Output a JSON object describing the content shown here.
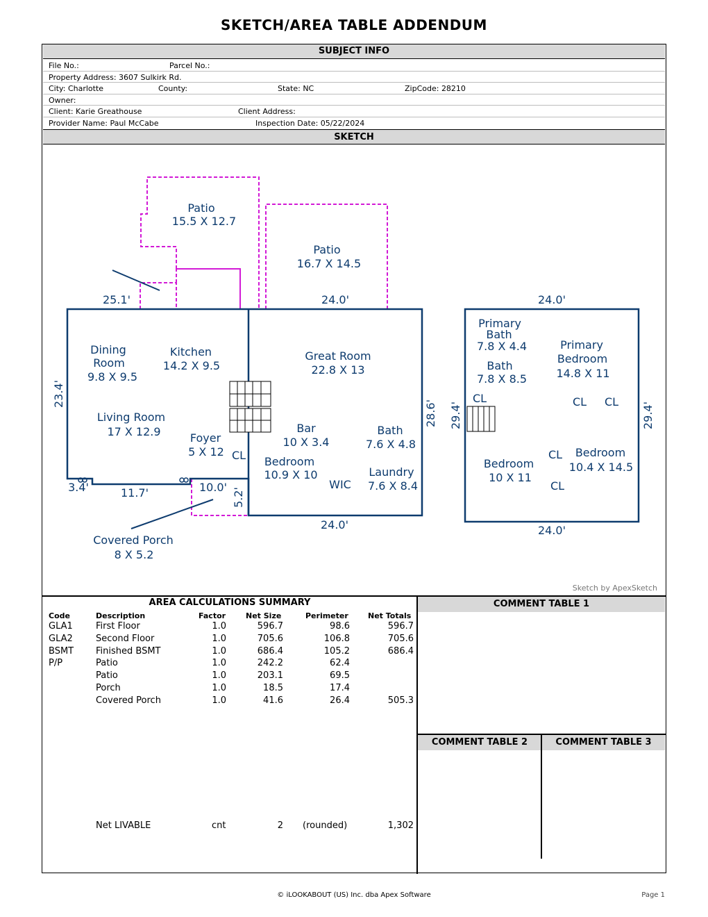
{
  "header": {
    "title": "SKETCH/AREA TABLE ADDENDUM"
  },
  "subject_info": {
    "heading": "SUBJECT INFO",
    "file_no": "File No.:",
    "parcel_no": "Parcel No.:",
    "property_address": "Property Address: 3607 Sulkirk Rd.",
    "city": "City: Charlotte",
    "county": "County:",
    "state": "State: NC",
    "zip": "ZipCode: 28210",
    "owner": "Owner:",
    "client": "Client: Karie Greathouse",
    "client_address": "Client Address:",
    "provider": "Provider Name: Paul McCabe",
    "inspection_date": "Inspection Date: 05/22/2024"
  },
  "sketch": {
    "heading": "SKETCH",
    "credit": "Sketch by ApexSketch",
    "labels": {
      "patio1_name": "Patio",
      "patio1_dim": "15.5 X 12.7",
      "patio2_name": "Patio",
      "patio2_dim": "16.7 X 14.5",
      "dim_25_1": "25.1'",
      "dim_24_top": "24.0'",
      "dim_24_top2": "24.0'",
      "dining_1": "Dining",
      "dining_2": "Room",
      "dining_dim": "9.8 X 9.5",
      "kitchen": "Kitchen",
      "kitchen_dim": "14.2 X 9.5",
      "great_room": "Great Room",
      "great_dim": "22.8 X 13",
      "living": "Living Room",
      "living_dim": "17 X 12.9",
      "foyer": "Foyer",
      "foyer_dim": "5 X 12",
      "cl_foyer": "CL",
      "bar": "Bar",
      "bar_dim": "10 X 3.4",
      "bath": "Bath",
      "bath_dim": "7.6 X 4.8",
      "bedroom1": "Bedroom",
      "bedroom1_dim": "10.9 X 10",
      "wic": "WIC",
      "laundry": "Laundry",
      "laundry_dim": "7.6 X 8.4",
      "dim_23_4": "23.4'",
      "dim_28_6": "28.6'",
      "dim_29_4_left": "29.4'",
      "dim_29_4_right": "29.4'",
      "dim_3_4": "3.4'",
      "dim_11_7": "11.7'",
      "dim_10_0": "10.0'",
      "dim_5_2": "5.2'",
      "dim_24_bottom": "24.0'",
      "dim_24_bottom2": "24.0'",
      "covered_porch": "Covered Porch",
      "covered_porch_dim": "8 X 5.2",
      "primary_bath_1": "Primary",
      "primary_bath_2": "Bath",
      "primary_bath_dim": "7.8 X 4.4",
      "bath2": "Bath",
      "bath2_dim": "7.8 X 8.5",
      "primary_bed_1": "Primary",
      "primary_bed_2": "Bedroom",
      "primary_bed_dim": "14.8 X 11",
      "cl_a": "CL",
      "cl_b": "CL",
      "cl_c": "CL",
      "cl_d": "CL",
      "cl_e": "CL",
      "bedroom2": "Bedroom",
      "bedroom2_dim": "10 X 11",
      "bedroom3": "Bedroom",
      "bedroom3_dim": "10.4 X 14.5"
    }
  },
  "area_calc": {
    "heading": "AREA CALCULATIONS SUMMARY",
    "columns": [
      "Code",
      "Description",
      "Factor",
      "Net Size",
      "Perimeter",
      "Net Totals"
    ],
    "rows": [
      [
        "GLA1",
        "First Floor",
        "1.0",
        "596.7",
        "98.6",
        "596.7"
      ],
      [
        "GLA2",
        "Second Floor",
        "1.0",
        "705.6",
        "106.8",
        "705.6"
      ],
      [
        "BSMT",
        "Finished BSMT",
        "1.0",
        "686.4",
        "105.2",
        "686.4"
      ],
      [
        "P/P",
        "Patio",
        "1.0",
        "242.2",
        "62.4",
        ""
      ],
      [
        "",
        "Patio",
        "1.0",
        "203.1",
        "69.5",
        ""
      ],
      [
        "",
        "Porch",
        "1.0",
        "18.5",
        "17.4",
        ""
      ],
      [
        "",
        "Covered Porch",
        "1.0",
        "41.6",
        "26.4",
        "505.3"
      ]
    ],
    "net_livable": {
      "label": "Net LIVABLE",
      "cnt": "cnt",
      "count": "2",
      "rounded": "(rounded)",
      "total": "1,302"
    }
  },
  "comments": {
    "table1": "COMMENT TABLE 1",
    "table2": "COMMENT TABLE 2",
    "table3": "COMMENT TABLE 3"
  },
  "footer": {
    "copyright": "© iLOOKABOUT (US) Inc. dba Apex Software",
    "page": "Page 1"
  },
  "colors": {
    "wall": "#0d3b6e",
    "patio": "#d21ad6",
    "header_bg": "#d8d8d8"
  }
}
